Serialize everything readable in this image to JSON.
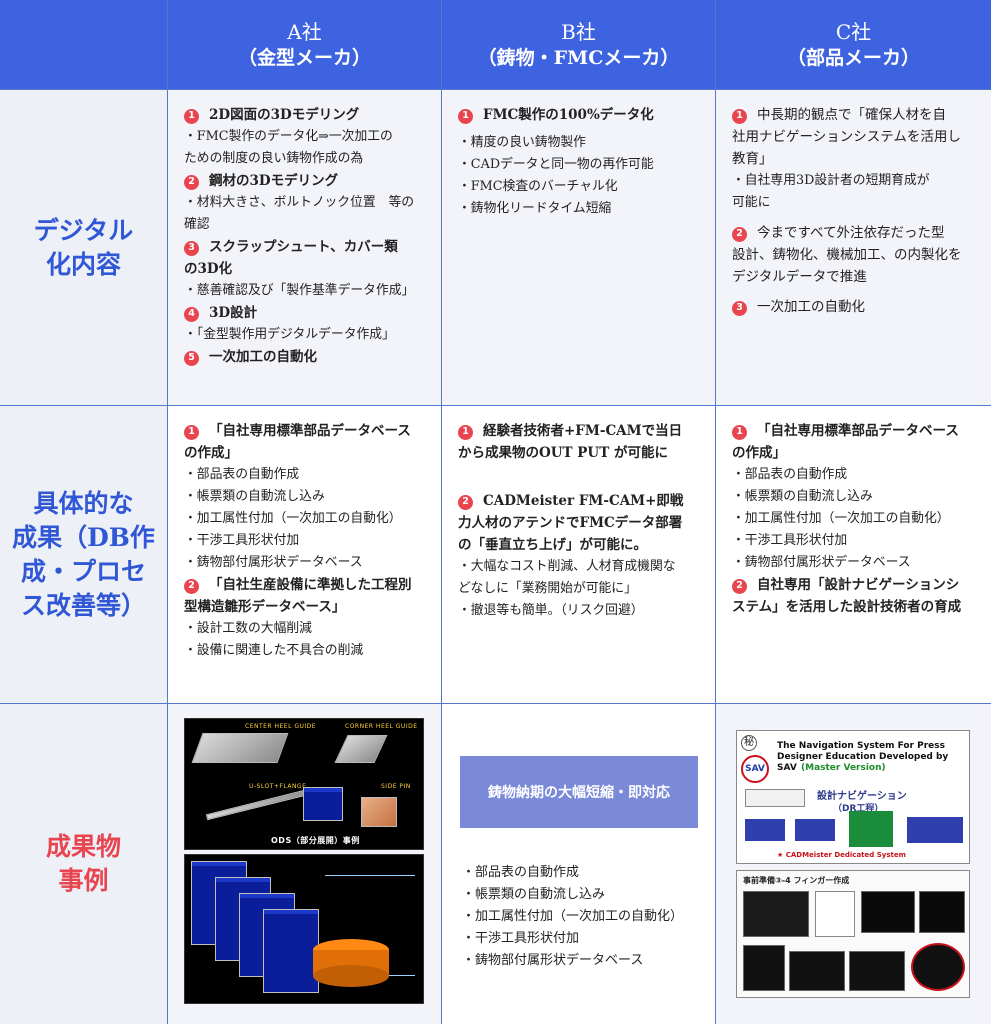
{
  "header": {
    "a": {
      "line1": "A社",
      "line2": "（金型メーカ）"
    },
    "b": {
      "line1": "B社",
      "line2": "（鋳物・FMCメーカ）"
    },
    "c": {
      "line1": "C社",
      "line2": "（部品メーカ）"
    }
  },
  "rows": {
    "digital": "デジタル\n化内容",
    "results": "具体的な\n成果（DB作\n成・プロセ\nス改善等）",
    "examples": "成果物\n事例"
  },
  "digital": {
    "a": [
      {
        "n": "1",
        "title": "2D図面の3Dモデリング",
        "sub": [
          "・FMC製作のデータ化⇒一次加工の",
          "ための制度の良い鋳物作成の為"
        ]
      },
      {
        "n": "2",
        "title": "鋼材の3Dモデリング",
        "sub": [
          "・材料大きさ、ボルトノック位置　等の",
          "確認"
        ]
      },
      {
        "n": "3",
        "title": "スクラップシュート、カバー類",
        "title2": "の3D化",
        "sub": [
          "・慈善確認及び「製作基準データ作成」"
        ]
      },
      {
        "n": "4",
        "title": "3D設計",
        "sub": [
          "・「金型製作用デジタルデータ作成」"
        ]
      },
      {
        "n": "5",
        "title": "一次加工の自動化",
        "sub": []
      }
    ],
    "b": {
      "n": "1",
      "title": "FMC製作の100%データ化",
      "sub": [
        "・精度の良い鋳物製作",
        "・CADデータと同一物の再作可能",
        "・FMC検査のバーチャル化",
        "・鋳物化リードタイム短縮"
      ]
    },
    "c": [
      {
        "n": "1",
        "lines": [
          "中長期的観点で「確保人材を自",
          "社用ナビゲーションシステムを活用し",
          "教育」"
        ],
        "sub": [
          "・自社専用3D設計者の短期育成が",
          "可能に"
        ]
      },
      {
        "n": "2",
        "lines": [
          "今まですべて外注依存だった型",
          "設計、鋳物化、機械加工、の内製化を",
          "デジタルデータで推進"
        ],
        "sub": []
      },
      {
        "n": "3",
        "lines": [
          "一次加工の自動化"
        ],
        "sub": []
      }
    ]
  },
  "results": {
    "a": [
      {
        "n": "1",
        "title": "「自社専用標準部品データベース",
        "title2": "の作成」",
        "sub": [
          "・部品表の自動作成",
          "・帳票類の自動流し込み",
          "・加工属性付加（一次加工の自動化）",
          "・干渉工具形状付加",
          "・鋳物部付属形状データベース"
        ]
      },
      {
        "n": "2",
        "title": "「自社生産設備に準拠した工程別",
        "title2": "型構造雛形データベース」",
        "sub": [
          "・設計工数の大幅削減",
          "・設備に関連した不具合の削減"
        ]
      }
    ],
    "b": [
      {
        "n": "1",
        "title": "経験者技術者+FM-CAMで当日",
        "title2": "から成果物のOUT PUT が可能に",
        "sub": []
      },
      {
        "n": "2",
        "title": "CADMeister FM-CAM+即戦",
        "title2": "力人材のアテンドでFMCデータ部署",
        "title3": "の「垂直立ち上げ」が可能に。",
        "sub": [
          "・大幅なコスト削減、人材育成機関な",
          "どなしに「業務開始が可能に」",
          "・撤退等も簡単。（リスク回避）"
        ]
      }
    ],
    "c": [
      {
        "n": "1",
        "title": "「自社専用標準部品データベース",
        "title2": "の作成」",
        "sub": [
          "・部品表の自動作成",
          "・帳票類の自動流し込み",
          "・加工属性付加（一次加工の自動化）",
          "・干渉工具形状付加",
          "・鋳物部付属形状データベース"
        ]
      },
      {
        "n": "2",
        "title": "自社専用「設計ナビゲーションシ",
        "title2": "ステム」を活用した設計技術者の育成",
        "sub": []
      }
    ]
  },
  "examples": {
    "a": {
      "labels": [
        "CENTER HEEL GUIDE",
        "CORNER HEEL GUIDE",
        "U-SLOT+FLANGE",
        "SIDE PIN",
        "ODS（部分展開）事例"
      ]
    },
    "b": {
      "button": "鋳物納期の大幅短縮・即対応",
      "list": [
        "・部品表の自動作成",
        "・帳票類の自動流し込み",
        "・加工属性付加（一次加工の自動化）",
        "・干渉工具形状付加",
        "・鋳物部付属形状データベース"
      ]
    },
    "c": {
      "badge": "秘",
      "logo": "SAV",
      "title1": "The Navigation  System For Press",
      "title2": "Designer Education Developed by SAV",
      "title3": "(Master Version)",
      "nav": "設計ナビゲーション",
      "dr": "（DR工程）",
      "system": "★  CADMeister Dedicated System",
      "slide2": "事前準備③-4  フィンガー作成"
    }
  }
}
